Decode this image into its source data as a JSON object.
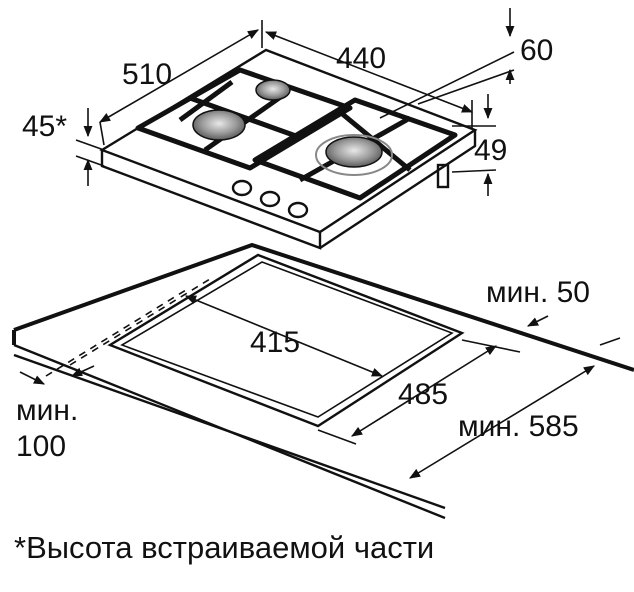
{
  "dimensions": {
    "width_hob": "510",
    "depth_hob": "440",
    "offset_back": "60",
    "built_in_height": "45*",
    "total_height": "49",
    "cutout_width": "415",
    "cutout_depth": "485",
    "min_back": "мин. 50",
    "min_front": "мин. 585",
    "min_side_line1": "мин.",
    "min_side_line2": "100"
  },
  "caption": "*Высота встраиваемой части"
}
